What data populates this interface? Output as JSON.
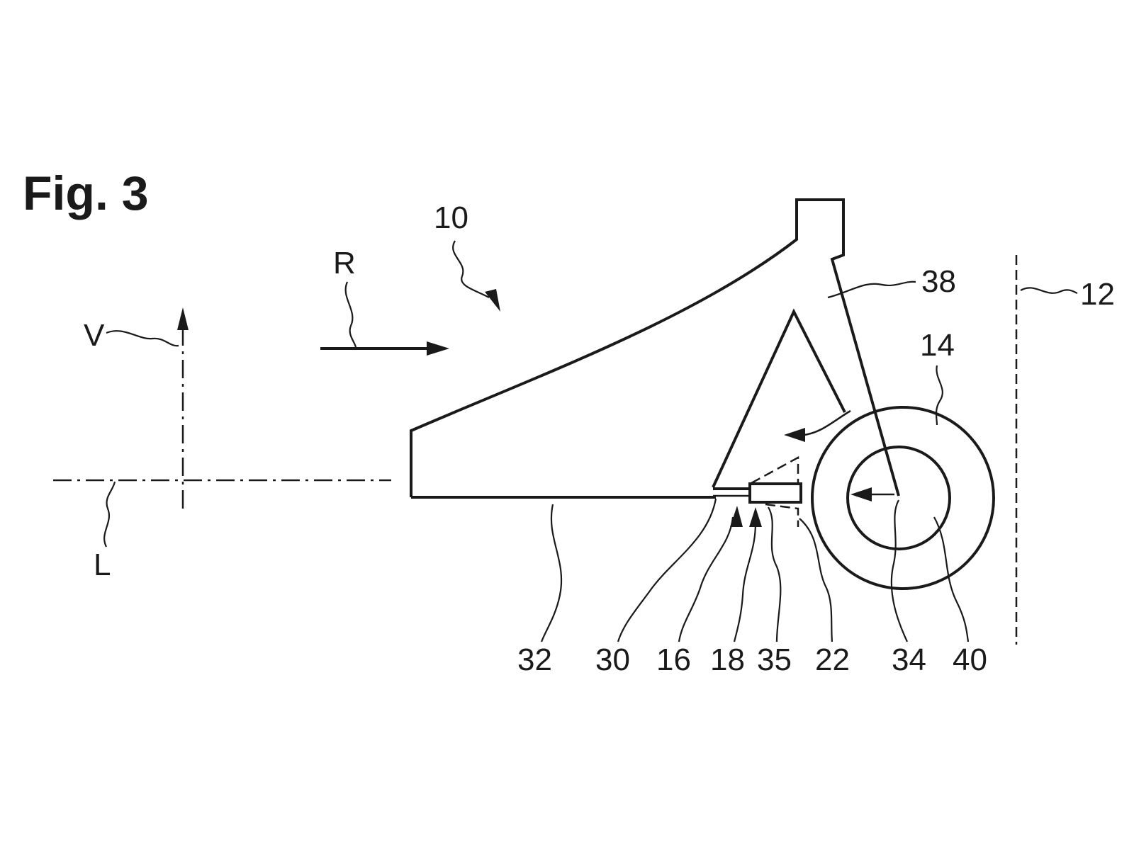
{
  "figure": {
    "title": "Fig. 3",
    "labels": {
      "assembly": "10",
      "direction_R": "R",
      "axis_V": "V",
      "axis_L": "L",
      "wall": "12",
      "wheel_outer": "14",
      "strut": "38",
      "body": "32",
      "part_30": "30",
      "part_16": "16",
      "part_18": "18",
      "part_35": "35",
      "part_22": "22",
      "pivot": "34",
      "wheel_inner": "40"
    }
  }
}
